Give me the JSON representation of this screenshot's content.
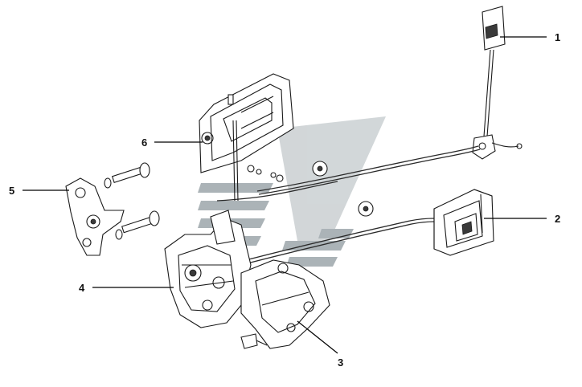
{
  "callouts": [
    {
      "id": "1",
      "label": "1"
    },
    {
      "id": "2",
      "label": "2"
    },
    {
      "id": "3",
      "label": "3"
    },
    {
      "id": "4",
      "label": "4"
    },
    {
      "id": "5",
      "label": "5"
    },
    {
      "id": "6",
      "label": "6"
    }
  ],
  "colors": {
    "line": "#1a1a1a",
    "watermark": "#8f9aa0",
    "background": "#ffffff"
  }
}
